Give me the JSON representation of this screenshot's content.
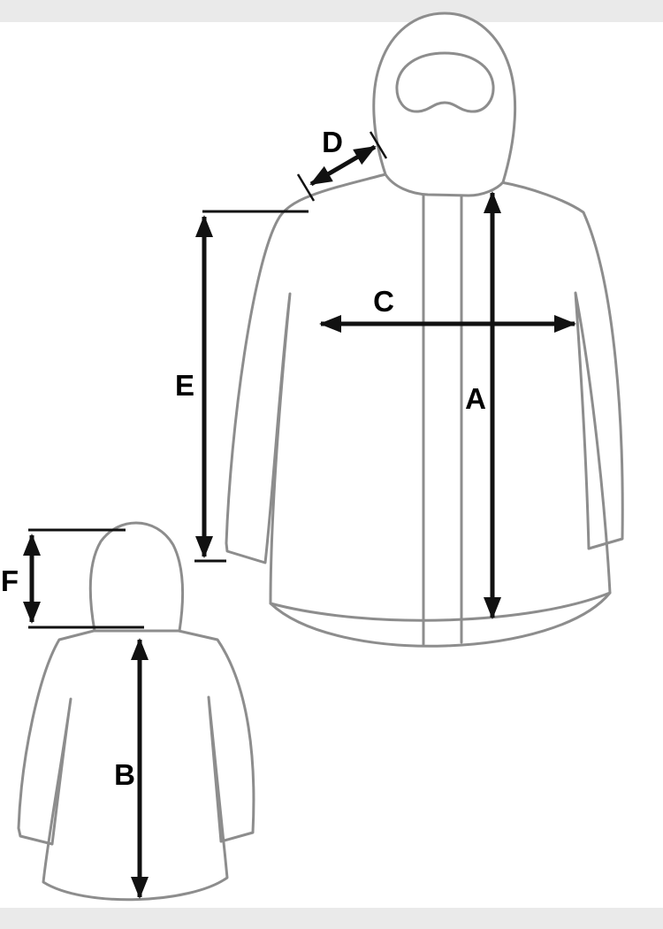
{
  "diagram": {
    "labels": {
      "A": "A",
      "B": "B",
      "C": "C",
      "D": "D",
      "E": "E",
      "F": "F"
    },
    "colors": {
      "background": "#ffffff",
      "band": "#eaeaea",
      "outline": "#8d8d8d",
      "arrow": "#111111",
      "label": "#000000"
    }
  }
}
